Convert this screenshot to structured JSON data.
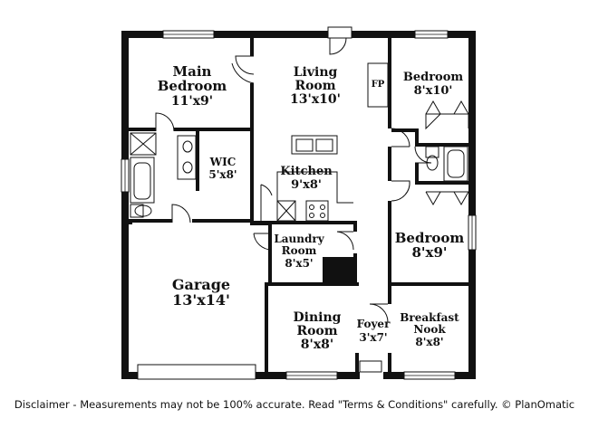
{
  "rooms": {
    "main_bedroom": {
      "name_line1": "Main",
      "name_line2": "Bedroom",
      "size": "11'x9'"
    },
    "living_room": {
      "name_line1": "Living",
      "name_line2": "Room",
      "size": "13'x10'"
    },
    "fireplace": {
      "label": "FP"
    },
    "bedroom_top": {
      "name": "Bedroom",
      "size": "8'x10'"
    },
    "wic": {
      "name": "WIC",
      "size": "5'x8'"
    },
    "kitchen": {
      "name": "Kitchen",
      "size": "9'x8'"
    },
    "laundry": {
      "name_line1": "Laundry",
      "name_line2": "Room",
      "size": "8'x5'"
    },
    "bedroom_mid": {
      "name": "Bedroom",
      "size": "8'x9'"
    },
    "garage": {
      "name": "Garage",
      "size": "13'x14'"
    },
    "dining_room": {
      "name_line1": "Dining",
      "name_line2": "Room",
      "size": "8'x8'"
    },
    "foyer": {
      "name": "Foyer",
      "size": "3'x7'"
    },
    "breakfast_nook": {
      "name_line1": "Breakfast",
      "name_line2": "Nook",
      "size": "8'x8'"
    }
  },
  "footer": {
    "disclaimer": "Disclaimer - Measurements may not be 100% accurate. Read \"Terms & Conditions\" carefully. © PlanOmatic"
  }
}
